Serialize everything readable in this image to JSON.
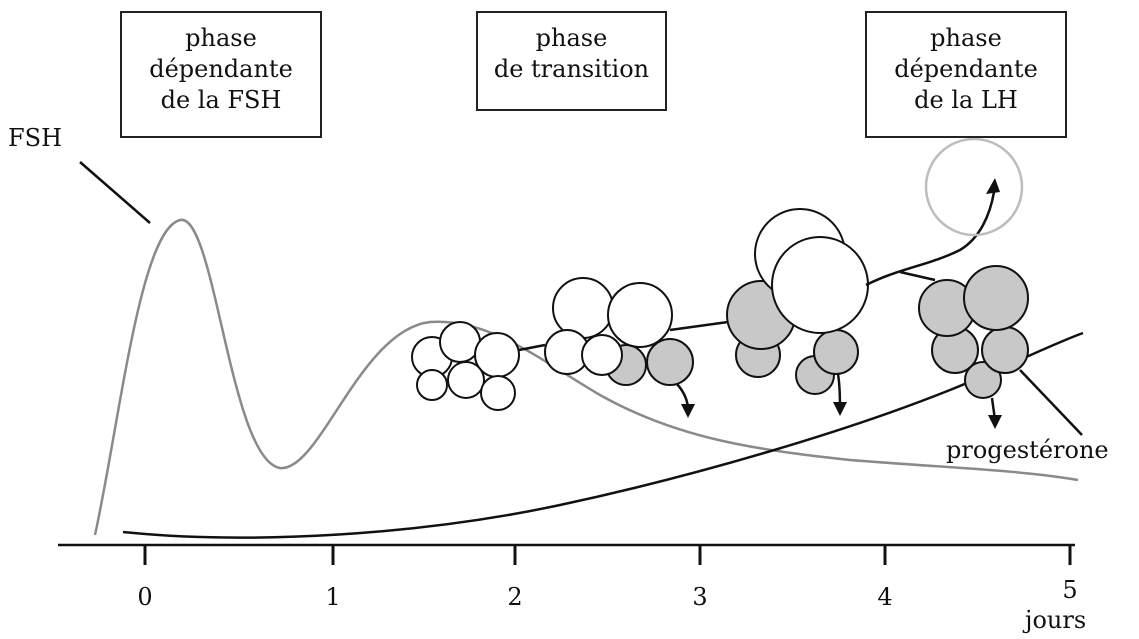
{
  "phases": [
    {
      "lines": [
        "phase",
        "dépendante",
        "de la FSH"
      ]
    },
    {
      "lines": [
        "phase",
        "de transition"
      ]
    },
    {
      "lines": [
        "phase",
        "dépendante",
        "de la LH"
      ]
    }
  ],
  "labels": {
    "fsh": "FSH",
    "progesterone": "progestérone",
    "unit": "jours"
  },
  "axis": {
    "ticks": [
      "0",
      "1",
      "2",
      "3",
      "4",
      "5"
    ]
  },
  "colors": {
    "ink": "#111111",
    "fsh_curve": "#8a8a8a",
    "follicle_fill": "#c8c8c8",
    "ovulation_circle": "#bdbdbd"
  }
}
